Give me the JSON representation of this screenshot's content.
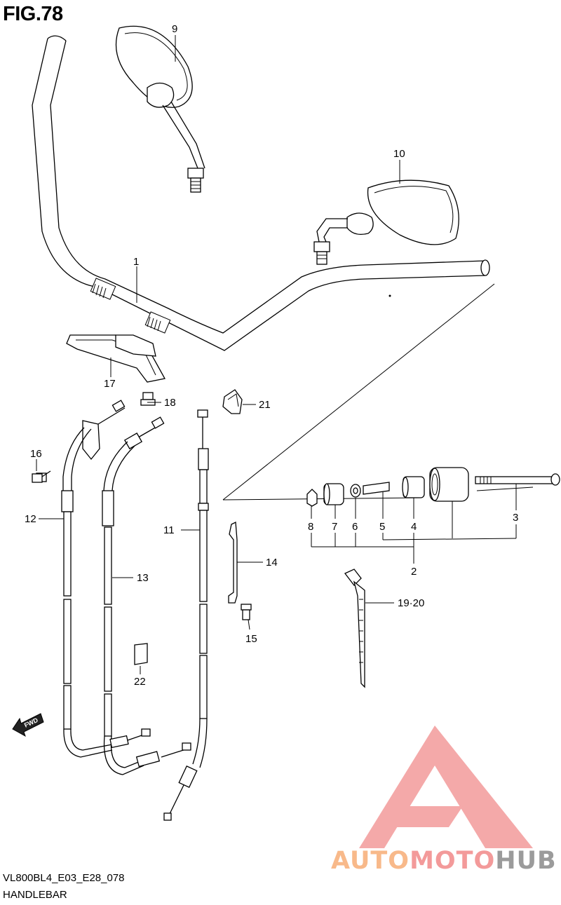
{
  "figure": {
    "title": "FIG.78",
    "code": "VL800BL4_E03_E28_078",
    "name": "HANDLEBAR"
  },
  "fwd_label": "FWD",
  "callouts": [
    {
      "id": "c1",
      "text": "1"
    },
    {
      "id": "c2",
      "text": "2"
    },
    {
      "id": "c3",
      "text": "3"
    },
    {
      "id": "c4",
      "text": "4"
    },
    {
      "id": "c5",
      "text": "5"
    },
    {
      "id": "c6",
      "text": "6"
    },
    {
      "id": "c7",
      "text": "7"
    },
    {
      "id": "c8",
      "text": "8"
    },
    {
      "id": "c9",
      "text": "9"
    },
    {
      "id": "c10",
      "text": "10"
    },
    {
      "id": "c11",
      "text": "11"
    },
    {
      "id": "c12",
      "text": "12"
    },
    {
      "id": "c13",
      "text": "13"
    },
    {
      "id": "c14",
      "text": "14"
    },
    {
      "id": "c15",
      "text": "15"
    },
    {
      "id": "c16",
      "text": "16"
    },
    {
      "id": "c17",
      "text": "17"
    },
    {
      "id": "c18",
      "text": "18"
    },
    {
      "id": "c1920",
      "text": "19·20"
    },
    {
      "id": "c21",
      "text": "21"
    },
    {
      "id": "c22",
      "text": "22"
    }
  ],
  "watermark": {
    "part1": "AUTO",
    "part2": "MOTO",
    "part3": "HUB",
    "colors": {
      "orange": "#f8b98a",
      "red": "#f39a9a",
      "gray": "#9b9b9b"
    }
  }
}
